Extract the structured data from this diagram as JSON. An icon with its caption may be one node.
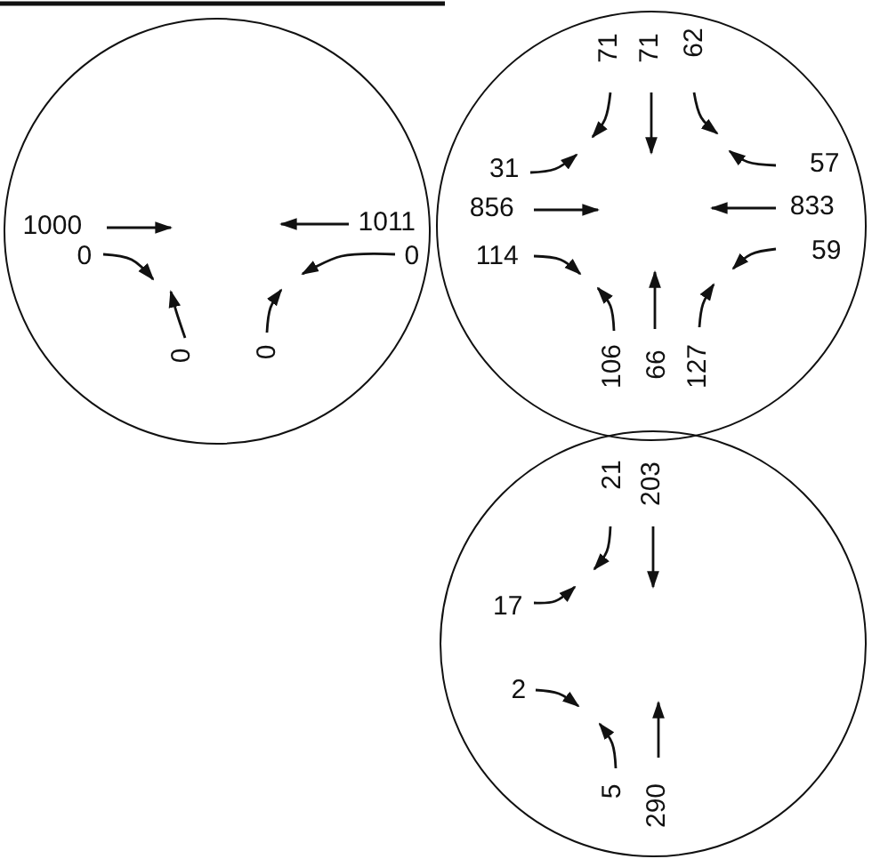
{
  "diagram": {
    "nodes": [
      {
        "text": [],
        "shape": "circle"
      },
      {
        "text": [
          "1000"
        ],
        "in": 0
      },
      {
        "text": [
          "1011"
        ],
        "in": 0
      },
      {
        "text": [
          "0"
        ],
        "in": 0
      },
      {
        "text": [
          "0"
        ],
        "in": 0
      },
      {
        "text": [
          "0"
        ],
        "in": 0
      },
      {
        "text": [
          "0"
        ],
        "in": 0
      },
      {
        "text": [],
        "shape": "circle"
      },
      {
        "text": [
          "71"
        ],
        "in": 7
      },
      {
        "text": [
          "71"
        ],
        "in": 7
      },
      {
        "text": [
          "62"
        ],
        "in": 7
      },
      {
        "text": [
          "31"
        ],
        "in": 7
      },
      {
        "text": [
          "57"
        ],
        "in": 7
      },
      {
        "text": [
          "856"
        ],
        "in": 7
      },
      {
        "text": [
          "833"
        ],
        "in": 7
      },
      {
        "text": [
          "114"
        ],
        "in": 7
      },
      {
        "text": [
          "59"
        ],
        "in": 7
      },
      {
        "text": [
          "106"
        ],
        "in": 7
      },
      {
        "text": [
          "66"
        ],
        "in": 7
      },
      {
        "text": [
          "127"
        ],
        "in": 7
      },
      {
        "text": [],
        "shape": "circle"
      },
      {
        "text": [
          "21"
        ],
        "in": 20
      },
      {
        "text": [
          "203"
        ],
        "in": 20
      },
      {
        "text": [
          "17"
        ],
        "in": 20
      },
      {
        "text": [
          "2"
        ],
        "in": 20
      },
      {
        "text": [
          "5"
        ],
        "in": 20
      },
      {
        "text": [
          "290"
        ],
        "in": 20
      }
    ],
    "edges": [
      {
        "from": 1,
        "to": null,
        "arrow": "to"
      },
      {
        "from": 2,
        "to": null,
        "arrow": "to"
      },
      {
        "from": 3,
        "to": null,
        "arrow": "to"
      },
      {
        "from": 4,
        "to": null,
        "arrow": "to"
      },
      {
        "from": 5,
        "to": null,
        "arrow": "to"
      },
      {
        "from": 6,
        "to": null,
        "arrow": "to"
      },
      {
        "from": 8,
        "to": null,
        "arrow": "to"
      },
      {
        "from": 9,
        "to": null,
        "arrow": "to"
      },
      {
        "from": 10,
        "to": null,
        "arrow": "to"
      },
      {
        "from": 11,
        "to": null,
        "arrow": "to"
      },
      {
        "from": 12,
        "to": null,
        "arrow": "to"
      },
      {
        "from": 13,
        "to": null,
        "arrow": "to"
      },
      {
        "from": 14,
        "to": null,
        "arrow": "to"
      },
      {
        "from": 15,
        "to": null,
        "arrow": "to"
      },
      {
        "from": 16,
        "to": null,
        "arrow": "to"
      },
      {
        "from": 17,
        "to": null,
        "arrow": "to"
      },
      {
        "from": 18,
        "to": null,
        "arrow": "to"
      },
      {
        "from": 19,
        "to": null,
        "arrow": "to"
      },
      {
        "from": 21,
        "to": null,
        "arrow": "to"
      },
      {
        "from": 22,
        "to": null,
        "arrow": "to"
      },
      {
        "from": 23,
        "to": null,
        "arrow": "to"
      },
      {
        "from": 24,
        "to": null,
        "arrow": "to"
      },
      {
        "from": 25,
        "to": null,
        "arrow": "to"
      },
      {
        "from": 26,
        "to": null,
        "arrow": "to"
      }
    ]
  }
}
